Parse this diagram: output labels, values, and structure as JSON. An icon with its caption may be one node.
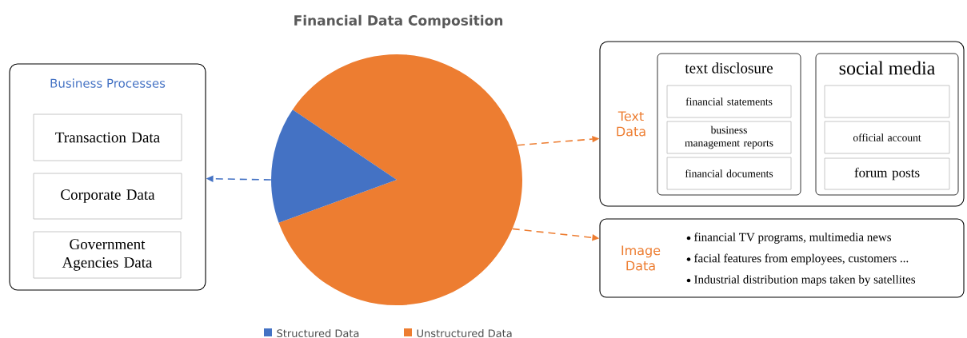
{
  "diagram": {
    "title": "Financial Data Composition",
    "nodes": [
      {
        "text": [
          "Business Processes"
        ]
      },
      {
        "text": [
          "Transaction Data"
        ],
        "in": 0
      },
      {
        "text": [
          "Corporate Data"
        ],
        "in": 0
      },
      {
        "text": [
          "Government Agencies Data"
        ],
        "in": 0
      },
      {
        "text": [],
        "shape": "circle"
      },
      {
        "text": [
          "Text Data"
        ]
      },
      {
        "text": [
          "text disclosure"
        ],
        "in": 5
      },
      {
        "text": [
          "financial statements"
        ],
        "in": 6
      },
      {
        "text": [
          "business management reports"
        ],
        "in": 6
      },
      {
        "text": [
          "financial documents"
        ],
        "in": 6
      },
      {
        "text": [
          "social media"
        ],
        "in": 5
      },
      {
        "text": [],
        "shape": "box",
        "in": 10
      },
      {
        "text": [
          "official account"
        ],
        "in": 10
      },
      {
        "text": [
          "forum posts"
        ],
        "in": 10
      },
      {
        "text": [
          "Image Data",
          "financial TV programs, multimedia news",
          "facial features from employees, customers ...",
          "Industrial distribution maps taken by satellites"
        ]
      }
    ],
    "edges": [
      {
        "from": 4,
        "to": 0,
        "arrow": "to",
        "style": "dashed",
        "color": "#4472c4"
      },
      {
        "from": 4,
        "to": 5,
        "arrow": "to",
        "style": "dashed"
      },
      {
        "from": 4,
        "to": 14,
        "arrow": "to",
        "style": "dashed"
      }
    ],
    "legend": [
      {
        "text": "Structured Data",
        "color": "#4472c4"
      },
      {
        "text": "Unstructured Data",
        "color": "#ed7d31"
      }
    ]
  }
}
